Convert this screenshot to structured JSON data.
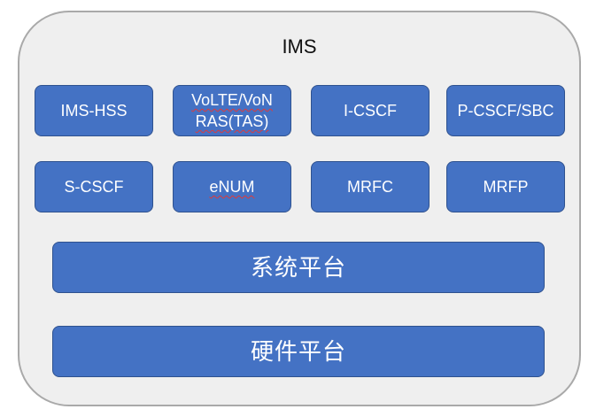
{
  "diagram": {
    "title": "IMS",
    "modules_row1": [
      {
        "label": "IMS-HSS"
      },
      {
        "label_line1": "VoLTE/VoN",
        "label_line2": "RAS(TAS)"
      },
      {
        "label": "I-CSCF"
      },
      {
        "label": "P-CSCF/SBC"
      }
    ],
    "modules_row2": [
      {
        "label": "S-CSCF"
      },
      {
        "label": "eNUM"
      },
      {
        "label": "MRFC"
      },
      {
        "label": "MRFP"
      }
    ],
    "system_platform": "系统平台",
    "hardware_platform": "硬件平台"
  },
  "colors": {
    "box_fill": "#4472c4",
    "box_border": "#2f528f",
    "container_fill": "#efefef",
    "container_border": "#a9a9a9",
    "spell_underline": "#e03a3a"
  }
}
